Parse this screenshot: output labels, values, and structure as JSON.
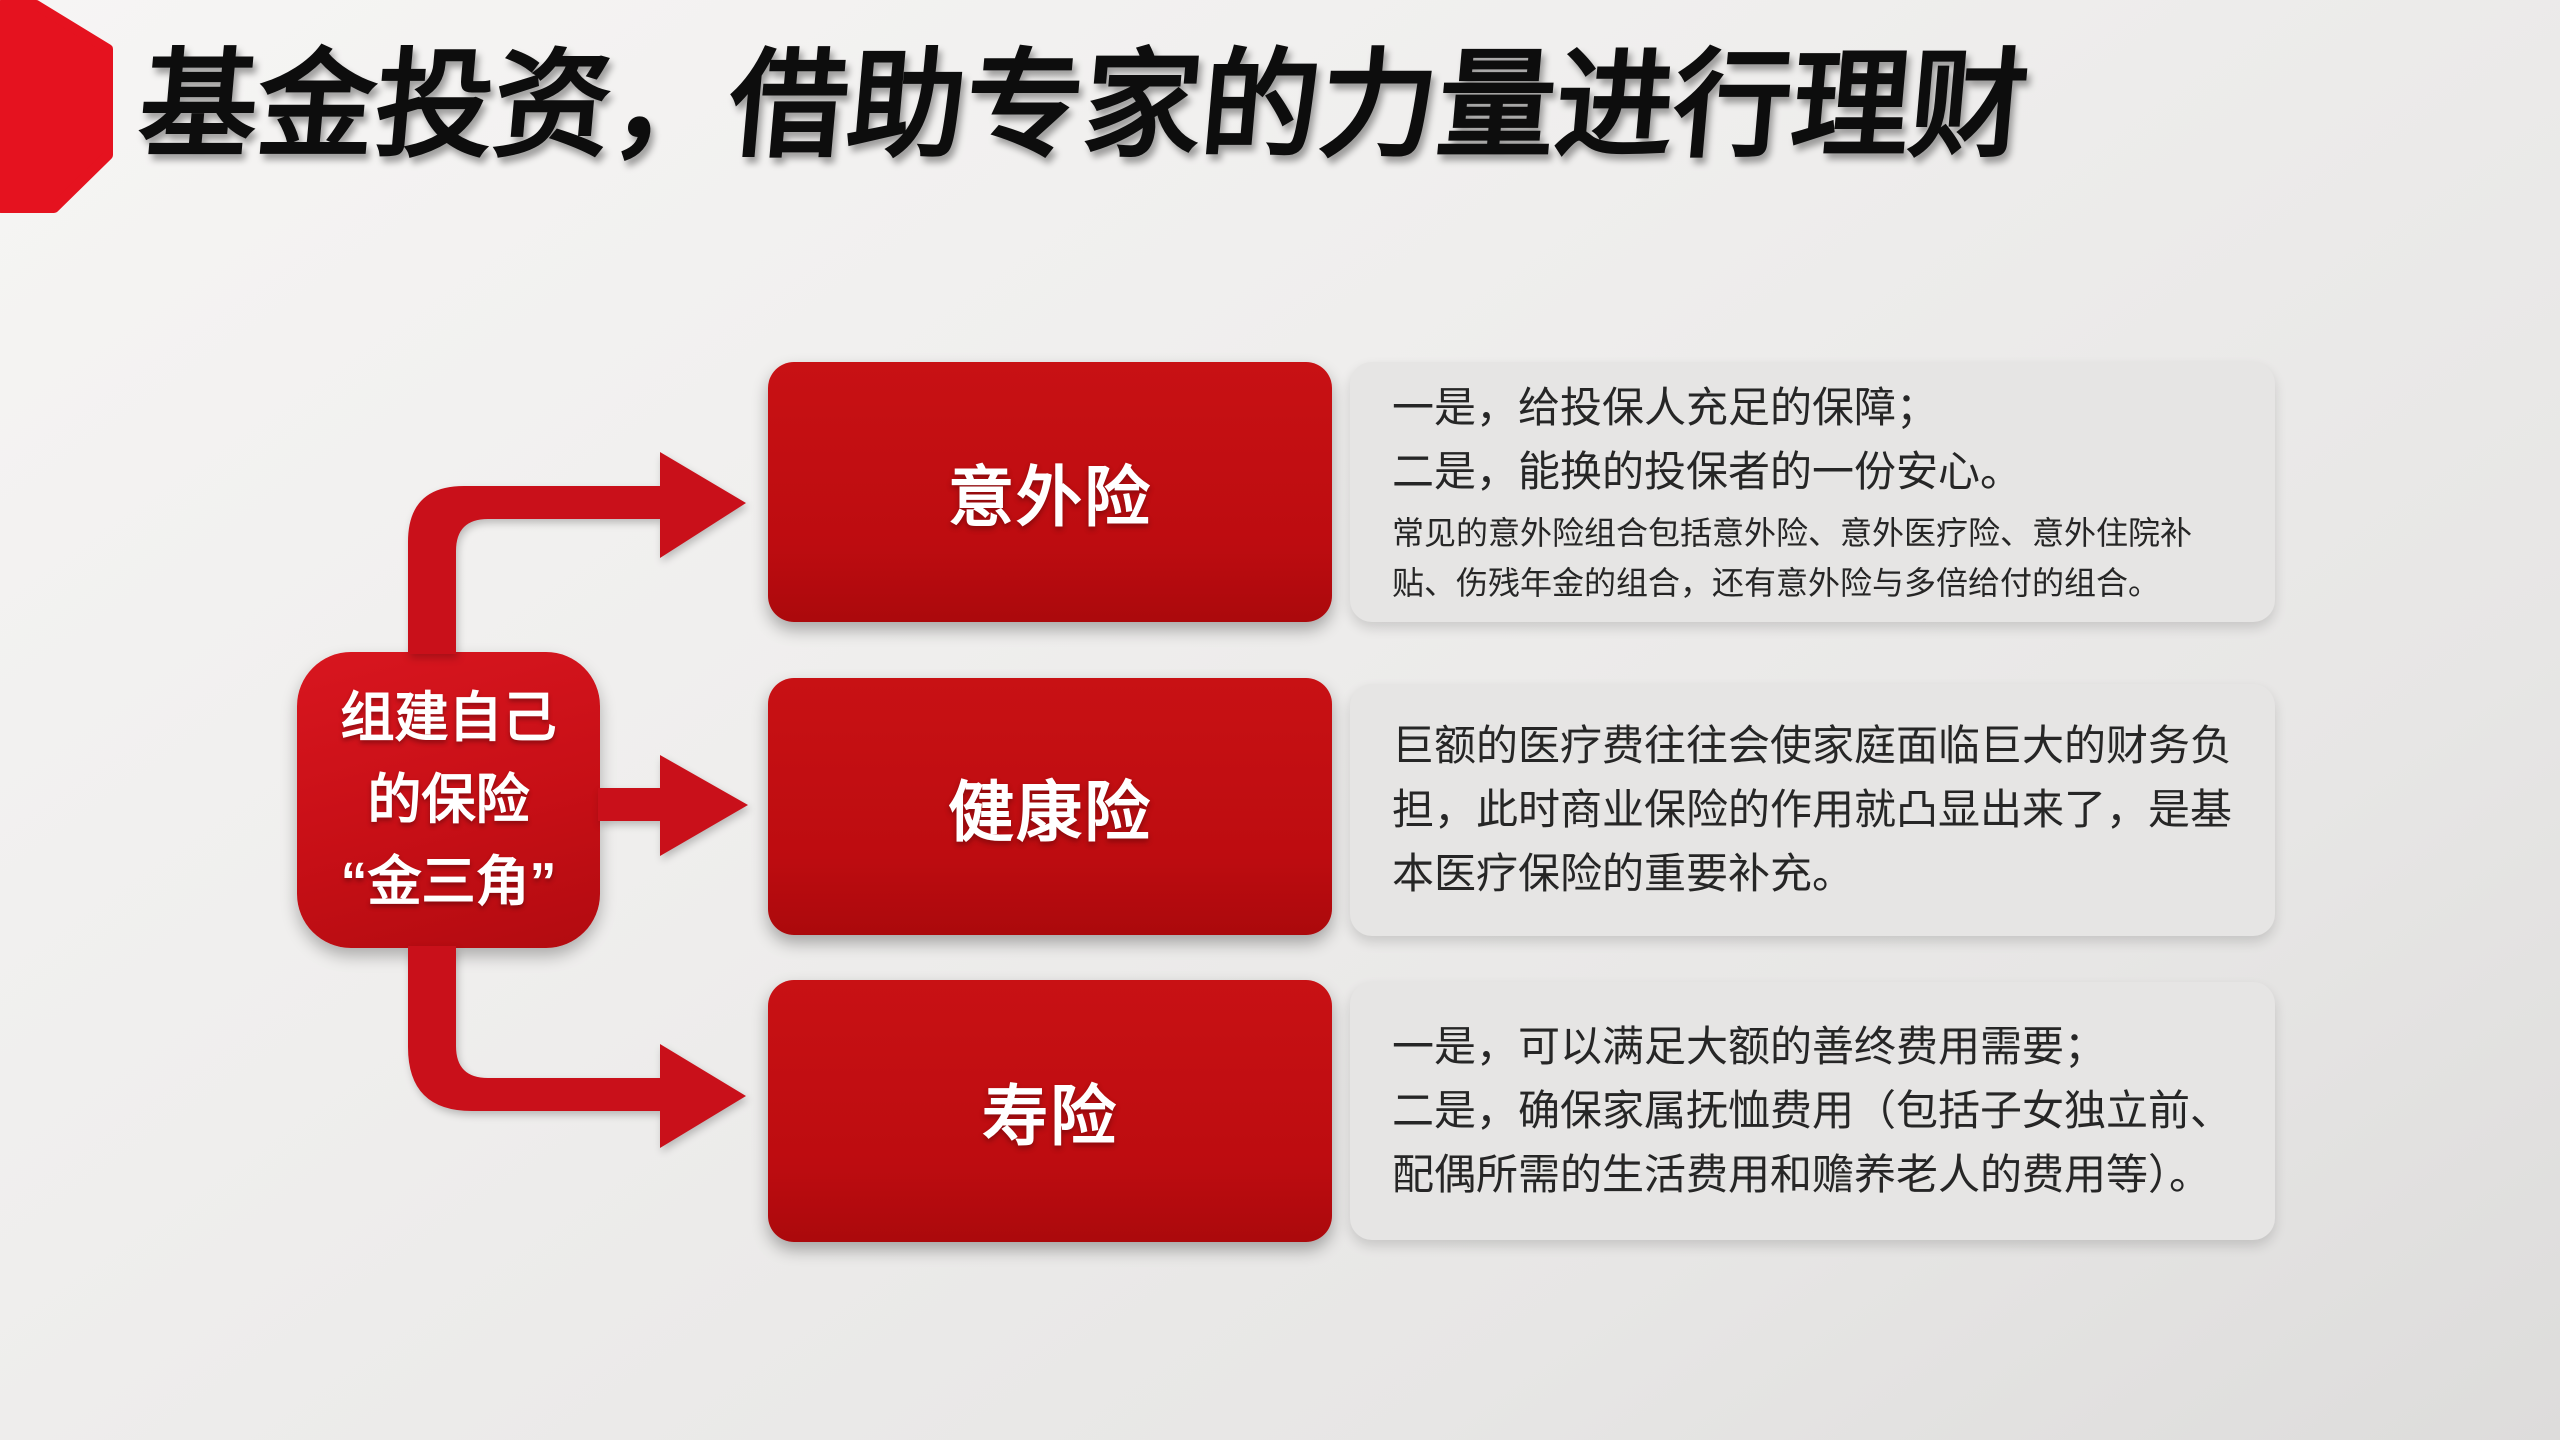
{
  "slide": {
    "title": "基金投资，借助专家的力量进行理财",
    "node": {
      "lines": [
        "组建自己",
        "的保险",
        "“金三角”"
      ]
    },
    "rows": [
      {
        "label": "意外险",
        "lines": [
          "一是，给投保人充足的保障；",
          "二是，能换的投保者的一份安心。"
        ],
        "note": "常见的意外险组合包括意外险、意外医疗险、意外住院补贴、伤残年金的组合，还有意外险与多倍给付的组合。"
      },
      {
        "label": "健康险",
        "lines": [
          "巨额的医疗费往往会使家庭面临巨大的财务负担，此时商业保险的作用就凸显出来了，是基本医疗保险的重要补充。"
        ],
        "note": ""
      },
      {
        "label": "寿险",
        "lines": [
          "一是，可以满足大额的善终费用需要；",
          "二是，确保家属抚恤费用（包括子女独立前、配偶所需的生活费用和赡养老人的费用等）。"
        ],
        "note": ""
      }
    ],
    "colors": {
      "badge_red": "#e5121f",
      "connector_red": "#c9101a",
      "box_red": "#c30d11",
      "panel_gray": "#e6e5e4",
      "title_black": "#0d0d0d",
      "body_text": "#262626"
    }
  }
}
